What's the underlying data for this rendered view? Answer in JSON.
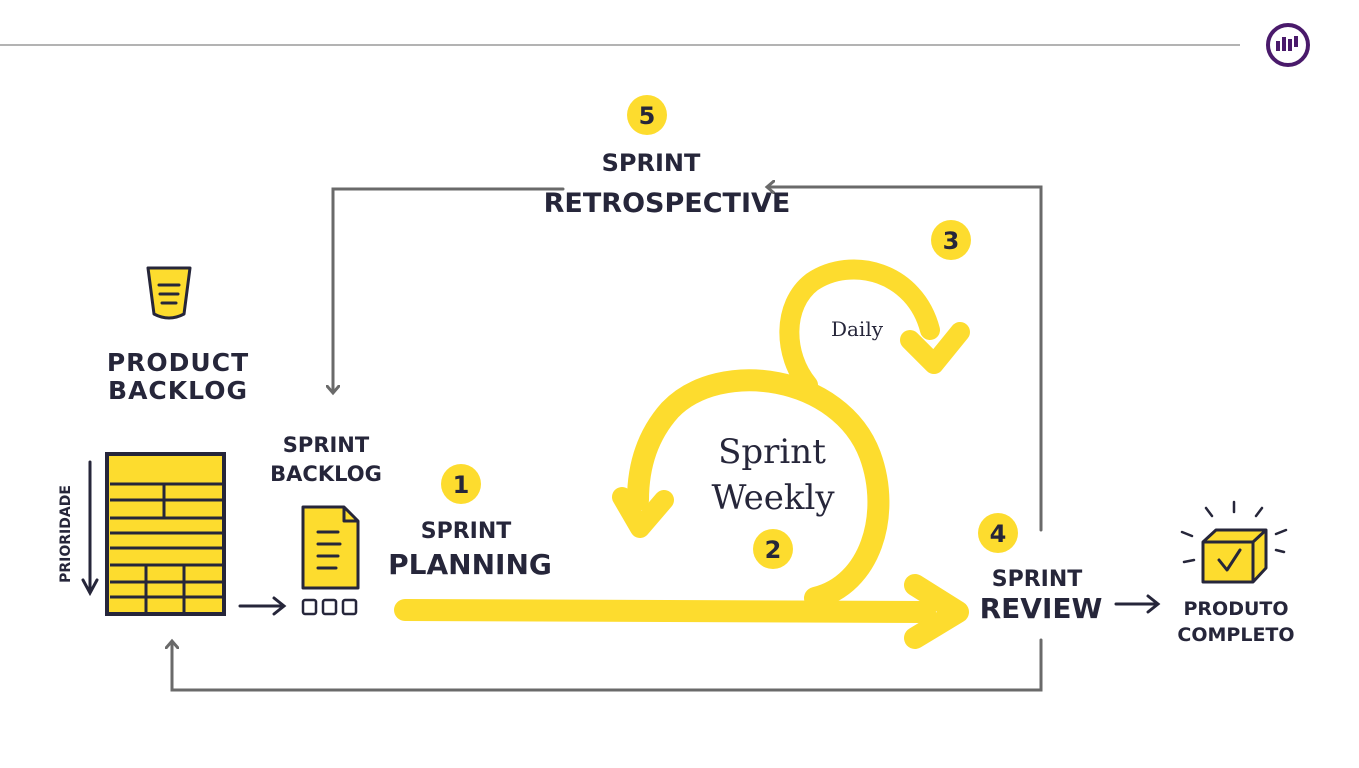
{
  "colors": {
    "accent": "#fddc2e",
    "ink": "#26263a",
    "gray_line": "#6a6a6a",
    "brand": "#4a1a6b"
  },
  "brand": {
    "icon": "bar-chart-logo-icon"
  },
  "product_backlog": {
    "label_line1": "PRODUCT",
    "label_line2": "BACKLOG",
    "axis_label": "PRIORIDADE",
    "icon": "funnel-icon"
  },
  "sprint_backlog": {
    "label_line1": "SPRINT",
    "label_line2": "BACKLOG",
    "icon": "document-icon"
  },
  "steps": [
    {
      "number": "1",
      "line1": "SPRINT",
      "line2": "PLANNING"
    },
    {
      "number": "2",
      "line1": "Sprint",
      "line2": "Weekly"
    },
    {
      "number": "3",
      "line1": "Daily"
    },
    {
      "number": "4",
      "line1": "SPRINT",
      "line2": "REVIEW"
    },
    {
      "number": "5",
      "line1": "SPRINT",
      "line2": "RETROSPECTIVE"
    }
  ],
  "product_complete": {
    "label_line1": "PRODUTO",
    "label_line2": "COMPLETO",
    "icon": "checked-box-icon"
  }
}
